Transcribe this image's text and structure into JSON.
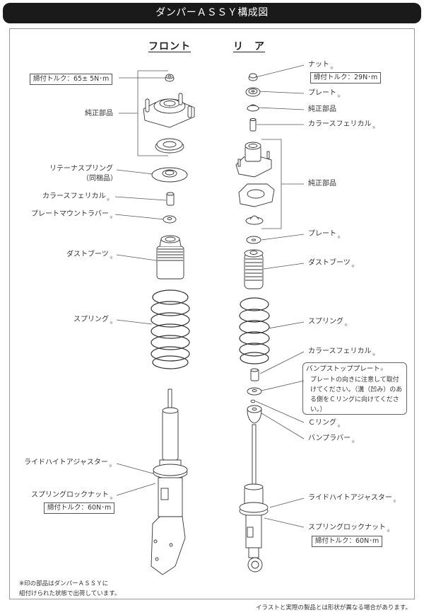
{
  "header": {
    "title": "ダンパーＡＳＳＹ構成図"
  },
  "columns": {
    "front": "フロント",
    "rear": "リ　ア"
  },
  "marker": "※",
  "front": {
    "torque_top": "締付トルク：65± 5N･m",
    "genuine": "純正部品",
    "retainer_spring": "リテーナスプリング",
    "retainer_spring_sub": "（同梱品）",
    "collar": "カラースフェリカル",
    "plate_mount_rubber": "プレートマウントラバー",
    "dust_boot": "ダストブーツ",
    "spring": "スプリング",
    "ride_height_adjuster": "ライドハイトアジャスター",
    "spring_lock_nut": "スプリングロックナット",
    "torque_lock": "締付トルク：60N･m"
  },
  "rear": {
    "nut": "ナット",
    "torque_nut": "締付トルク：29N･m",
    "plate_top": "プレート",
    "genuine_small": "純正部品",
    "collar_top": "カラースフェリカル",
    "genuine": "純正部品",
    "plate": "プレート",
    "dust_boot": "ダストブーツ",
    "spring": "スプリング",
    "collar": "カラースフェリカル",
    "bump_stop_plate": "バンプストッププレート",
    "bump_stop_note": "プレートの向きに注意して取付けてください。（溝（凹み）のある側をＣリングに向けてください。）",
    "c_ring": "Ｃリング",
    "bump_rubber": "バンプラバー",
    "ride_height_adjuster": "ライドハイトアジャスター",
    "spring_lock_nut": "スプリングロックナット",
    "torque_lock": "締付トルク：60N･m"
  },
  "footer": {
    "note_line1": "※印の部品はダンパーＡＳＳＹに",
    "note_line2": "組付けられた状態で出荷しています。",
    "disclaimer": "イラストと実際の製品とは形状が異なる場合があります。"
  }
}
